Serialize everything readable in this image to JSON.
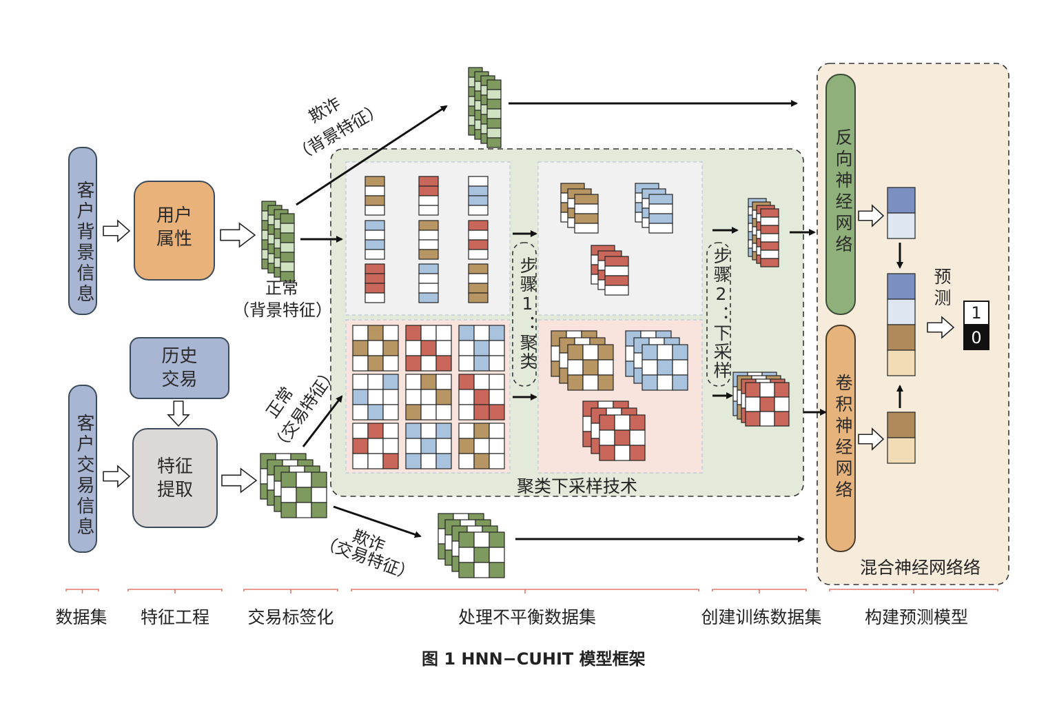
{
  "colors": {
    "blue_pill": "#a9b6d3",
    "orange_box": "#e9b27a",
    "purple_box": "#a9b6d3",
    "gray_box": "#dcd8d6",
    "green_dark": "#7f9a5e",
    "green_light": "#cfe3c2",
    "brown": "#b89664",
    "red": "#c9675a",
    "light_blue": "#a9c3df",
    "panel_green": "#e3ead9",
    "panel_peach": "#f7ecdc",
    "bp_green": "#8fb07a",
    "cnn_orange": "#e6b37c"
  },
  "datasets": {
    "background": "客户背景信息",
    "transaction": "客户交易信息"
  },
  "features": {
    "user_attr": "用户\n属性",
    "history": "历史\n交易",
    "extract": "特征\n提取"
  },
  "labels": {
    "fraud_bg_1": "欺诈",
    "fraud_bg_2": "（背景特征）",
    "normal_bg_1": "正常",
    "normal_bg_2": "（背景特征）",
    "normal_tx_1": "正常",
    "normal_tx_2": "（交易特征）",
    "fraud_tx_1": "欺诈",
    "fraud_tx_2": "（交易特征）",
    "step1": "步骤1：聚类",
    "step2": "步骤2：下采样",
    "cluster_title": "聚类下采样技术",
    "bp_net": "反向神经网络",
    "cnn_net": "卷积神经网络",
    "hybrid_title": "混合神经网络络",
    "predict": "预测",
    "out_1": "1",
    "out_0": "0"
  },
  "stages": [
    "数据集",
    "特征工程",
    "交易标签化",
    "处理不平衡数据集",
    "创建训练数据集",
    "构建预测模型"
  ],
  "caption": "图 1  HNN−CUHIT 模型框架"
}
